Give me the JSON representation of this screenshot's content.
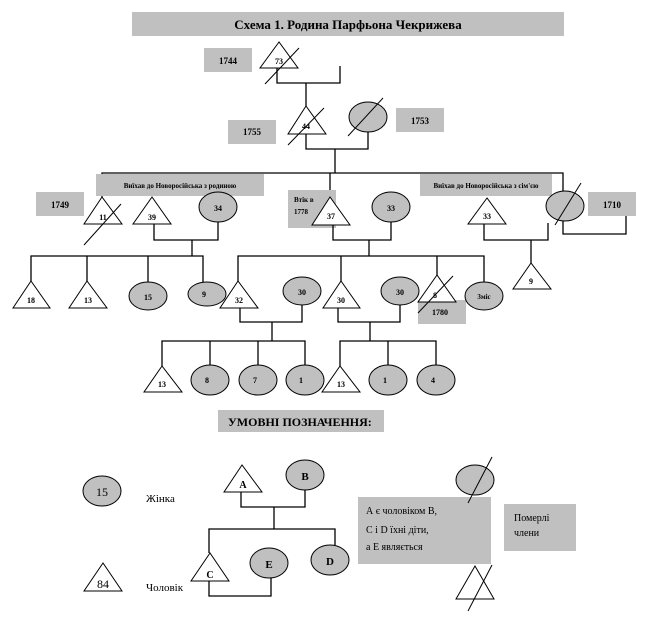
{
  "title": "Схема 1. Родина Парфьона Чекрижева",
  "colors": {
    "box_fill": "#c0c0c0",
    "female_fill": "#c0c0c0",
    "male_fill": "#ffffff",
    "line": "#000000"
  },
  "labels": {
    "year_1744": "1744",
    "year_1755": "1755",
    "year_1753": "1753",
    "year_1749": "1749",
    "fled_line1": "Втік в",
    "fled_line2": "1778",
    "year_1710": "1710",
    "year_1780": "1780",
    "moved_family": "Виїхав до Новоросійська з родиною",
    "moved_wife": "Виїхав до Новоросійська з сім'єю"
  },
  "people": {
    "gen1_male": "73",
    "gen2_male": "44",
    "gen2_female": "",
    "gen3_male_a": "11",
    "gen3_male_b": "39",
    "gen3_female_b": "34",
    "gen3_male_c": "37",
    "gen3_female_c": "33",
    "gen3_male_d": "33",
    "gen3_female_d": "",
    "gen4_b1": "18",
    "gen4_b2": "13",
    "gen4_b3": "15",
    "gen4_b4": "9",
    "gen4_c1": "32",
    "gen4_c1_wife": "30",
    "gen4_c2": "30",
    "gen4_c2_wife": "30",
    "gen4_c3": "8",
    "gen4_c4": "3міс",
    "gen4_d1": "9",
    "gen5_a1": "13",
    "gen5_a2": "8",
    "gen5_a3": "7",
    "gen5_a4": "1",
    "gen5_b1": "13",
    "gen5_b2": "1",
    "gen5_b3": "4"
  },
  "legend": {
    "title": "УМОВНІ ПОЗНАЧЕННЯ:",
    "female_sample": "15",
    "female_label": "Жінка",
    "male_sample": "84",
    "male_label": "Чоловік",
    "node_a": "A",
    "node_b": "B",
    "node_c": "C",
    "node_d": "D",
    "node_e": "E",
    "explain_line1": "А є чоловіком В,",
    "explain_line2": "C і D їхні діти,",
    "explain_line3": "а Е являється",
    "deceased_line1": "Померлі",
    "deceased_line2": "члени"
  }
}
